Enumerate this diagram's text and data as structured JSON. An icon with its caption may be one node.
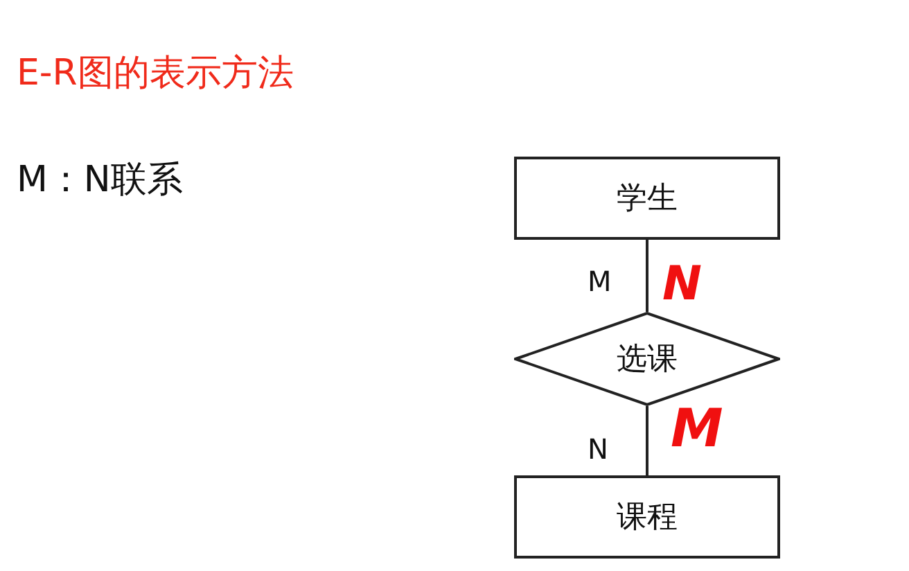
{
  "diagram": {
    "title": "E-R图的表示方法",
    "nodes": [
      {
        "text": [
          "学生"
        ]
      },
      {
        "text": [
          "选课"
        ]
      },
      {
        "text": [
          "课程"
        ]
      }
    ],
    "edges": [
      {
        "from": 0,
        "to": 1,
        "arrow": "none",
        "label": "M"
      },
      {
        "from": 1,
        "to": 2,
        "arrow": "none",
        "label": "N"
      }
    ],
    "labels": [
      "M：N联系",
      "N",
      "M"
    ]
  }
}
